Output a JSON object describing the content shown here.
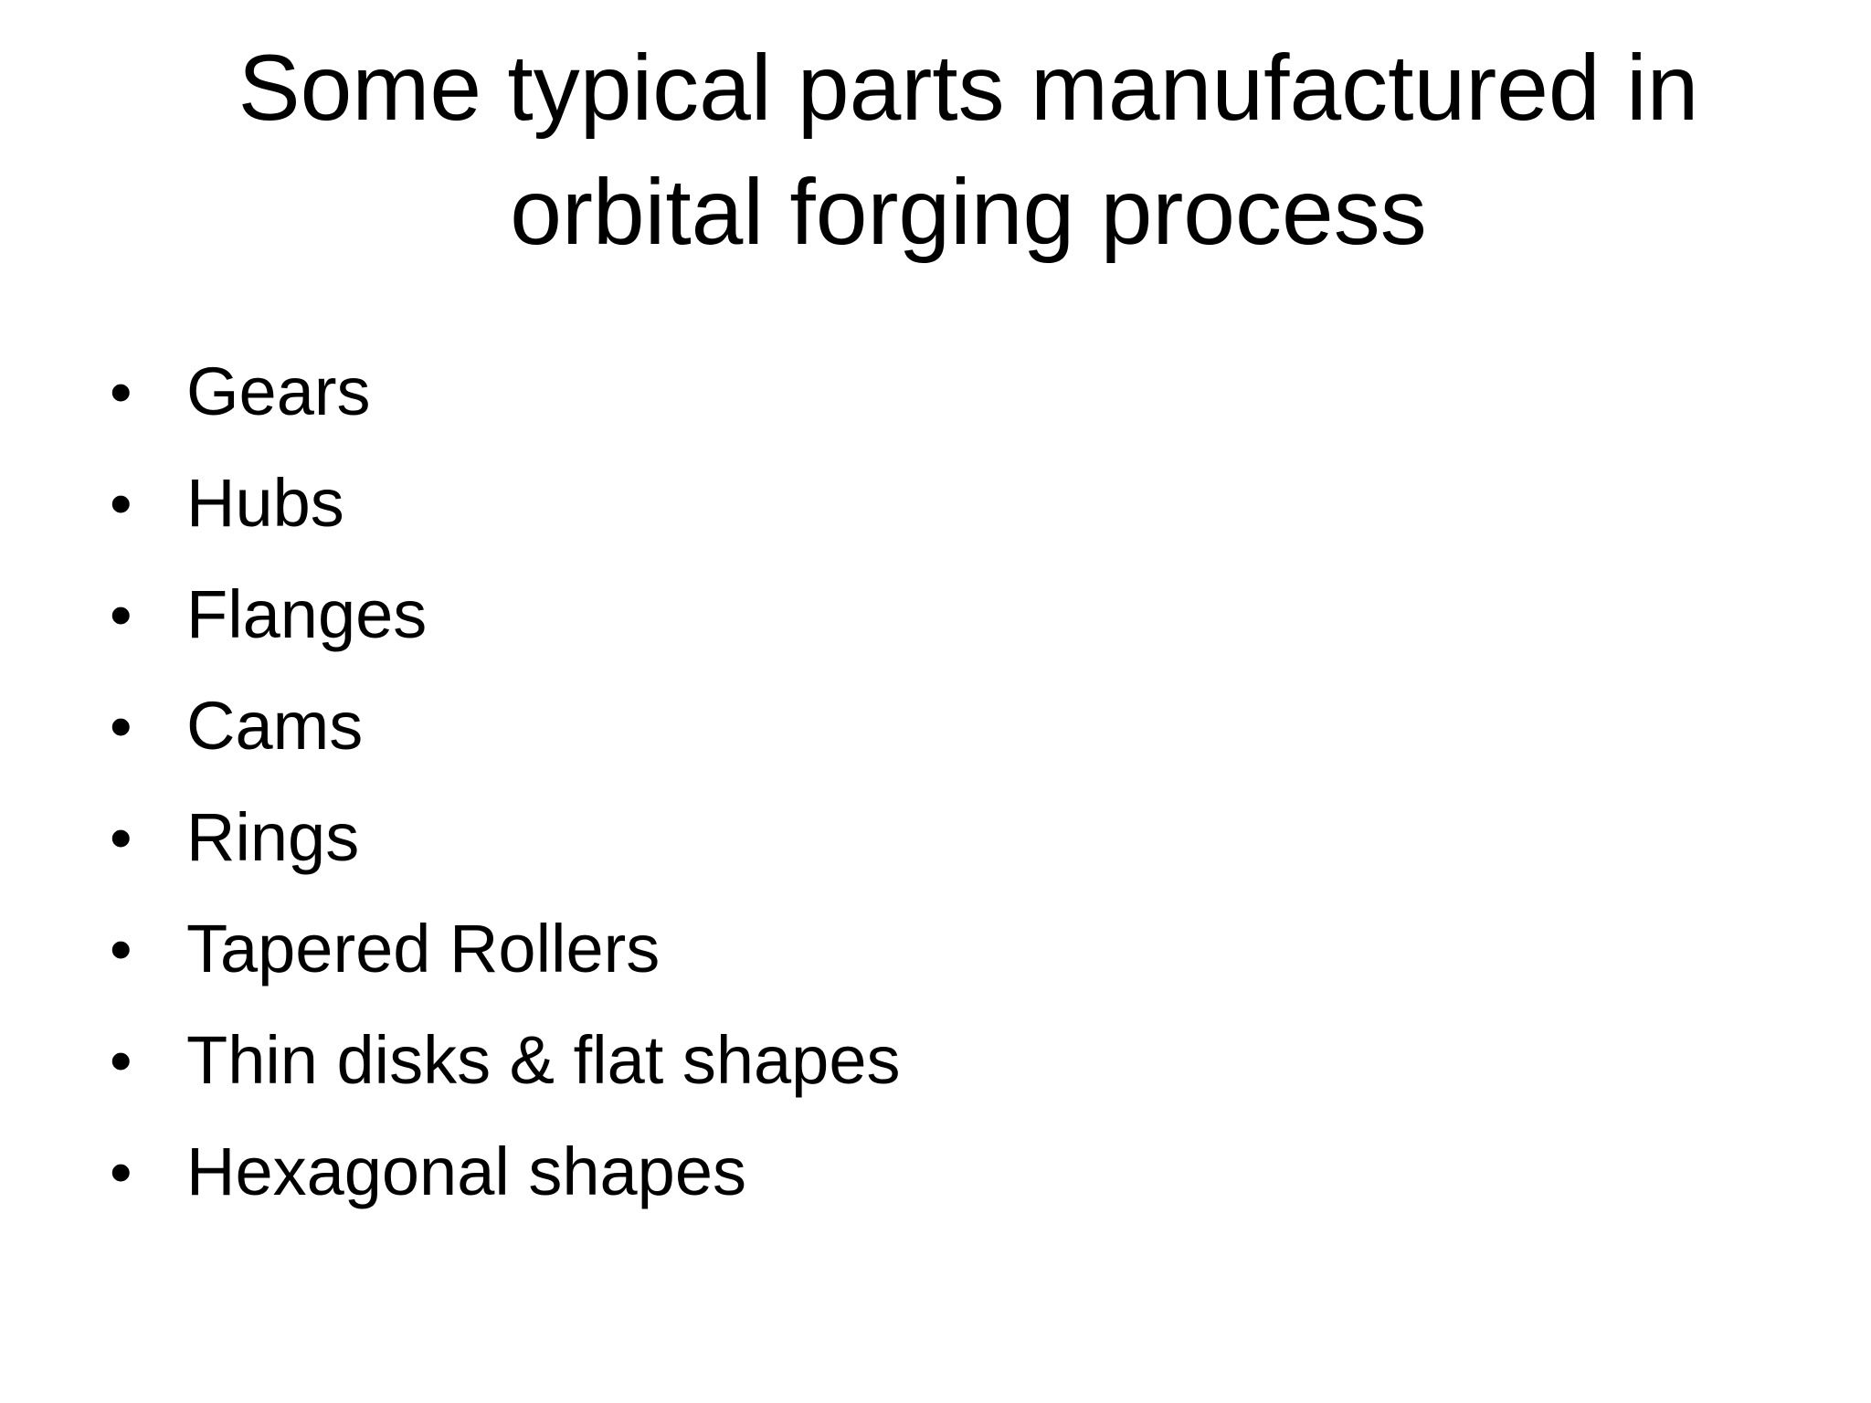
{
  "slide": {
    "title_line1": "Some typical parts manufactured in",
    "title_line2": "orbital forging process",
    "bullet_symbol": "•",
    "items": [
      "Gears",
      "Hubs",
      "Flanges",
      "Cams",
      "Rings",
      "Tapered Rollers",
      "Thin disks & flat shapes",
      "Hexagonal shapes"
    ]
  }
}
